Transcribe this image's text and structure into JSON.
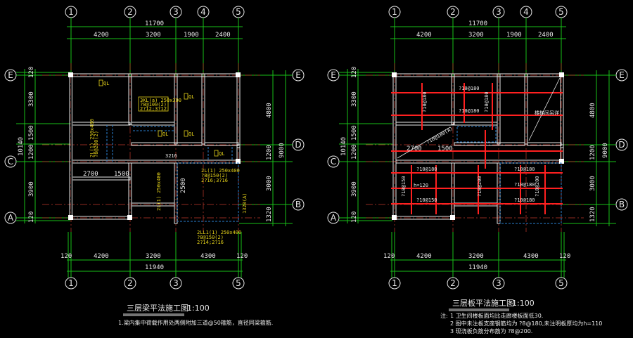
{
  "axes": {
    "cols": [
      "1",
      "2",
      "3",
      "4",
      "5"
    ],
    "rows": [
      "E",
      "D",
      "C",
      "B",
      "A"
    ]
  },
  "dims": {
    "total_top": "11700",
    "top_spans": [
      "4200",
      "3200",
      "1900",
      "2400"
    ],
    "total_bottom": "11940",
    "bottom_spans": [
      "120",
      "4200",
      "3200",
      "4300",
      "120"
    ],
    "left_total": "10140",
    "left_spans": [
      "120",
      "3300",
      "1500",
      "1200",
      "3900",
      "120"
    ],
    "right_total_left_plan": "9000",
    "right_spans_left_plan": [
      "4800",
      "1200",
      "3000",
      "1320"
    ],
    "right_total_right_plan": "9000",
    "right_spans_right_plan": [
      "4800",
      "1200",
      "3000",
      "1320"
    ]
  },
  "beam_plan": {
    "title": "三层梁平法施工图",
    "scale": "1:100",
    "note": "1.梁内集中荷载作用处两侧附加三道@50箍筋，直径同梁箍筋.",
    "labels": {
      "ql1": "QL",
      "ql2": "QL",
      "ql3": "QL",
      "ql4": "QL",
      "ql5": "QL",
      "kl1": "3KL(a) 250x300",
      "kl1b": "?8@100(2)",
      "kl1c": "2?12;3?12",
      "vert1": "2L(1) 250x400",
      "vert2": "?8@200(2)",
      "lb1": "2L(1) 250x400",
      "lb2": "?8@150(2)",
      "lb3": "2?16;3?16",
      "lb_v": "2L(1) 250x400",
      "lc1": "2LL1(1) 250x400",
      "lc2": "?8@150(2)",
      "lc3": "2?14;2?16",
      "d3216": "3216",
      "d2700": "2700",
      "d1500": "1500",
      "d2500": "2500",
      "d1320v": "1320(A)"
    }
  },
  "slab_plan": {
    "title": "三层板平法施工图",
    "scale": "1:100",
    "note_label": "注:",
    "notes": [
      "1 卫生间楼板面均比走廊楼板面低30.",
      "2 图中未注板支座钢筋均为 ?8@180,未注明板厚均为h=110",
      "3 现浇板负筋分布筋为 ?8@200."
    ],
    "labels": {
      "r1": "?10@180",
      "r2": "?10@180",
      "r3": "?10@180",
      "r4": "?10@180",
      "r5": "?10@180",
      "r6": "?10@180",
      "r7": "?10@150",
      "r8": "?10@180",
      "r9": "?10@200",
      "r10": "?10@200",
      "r11": "?10@150",
      "r12": "?10@180",
      "diag": "?10@180(A)",
      "stair": "楼梯间另详",
      "h120": "h=120",
      "d2700": "2700",
      "d1500": "1500"
    }
  }
}
